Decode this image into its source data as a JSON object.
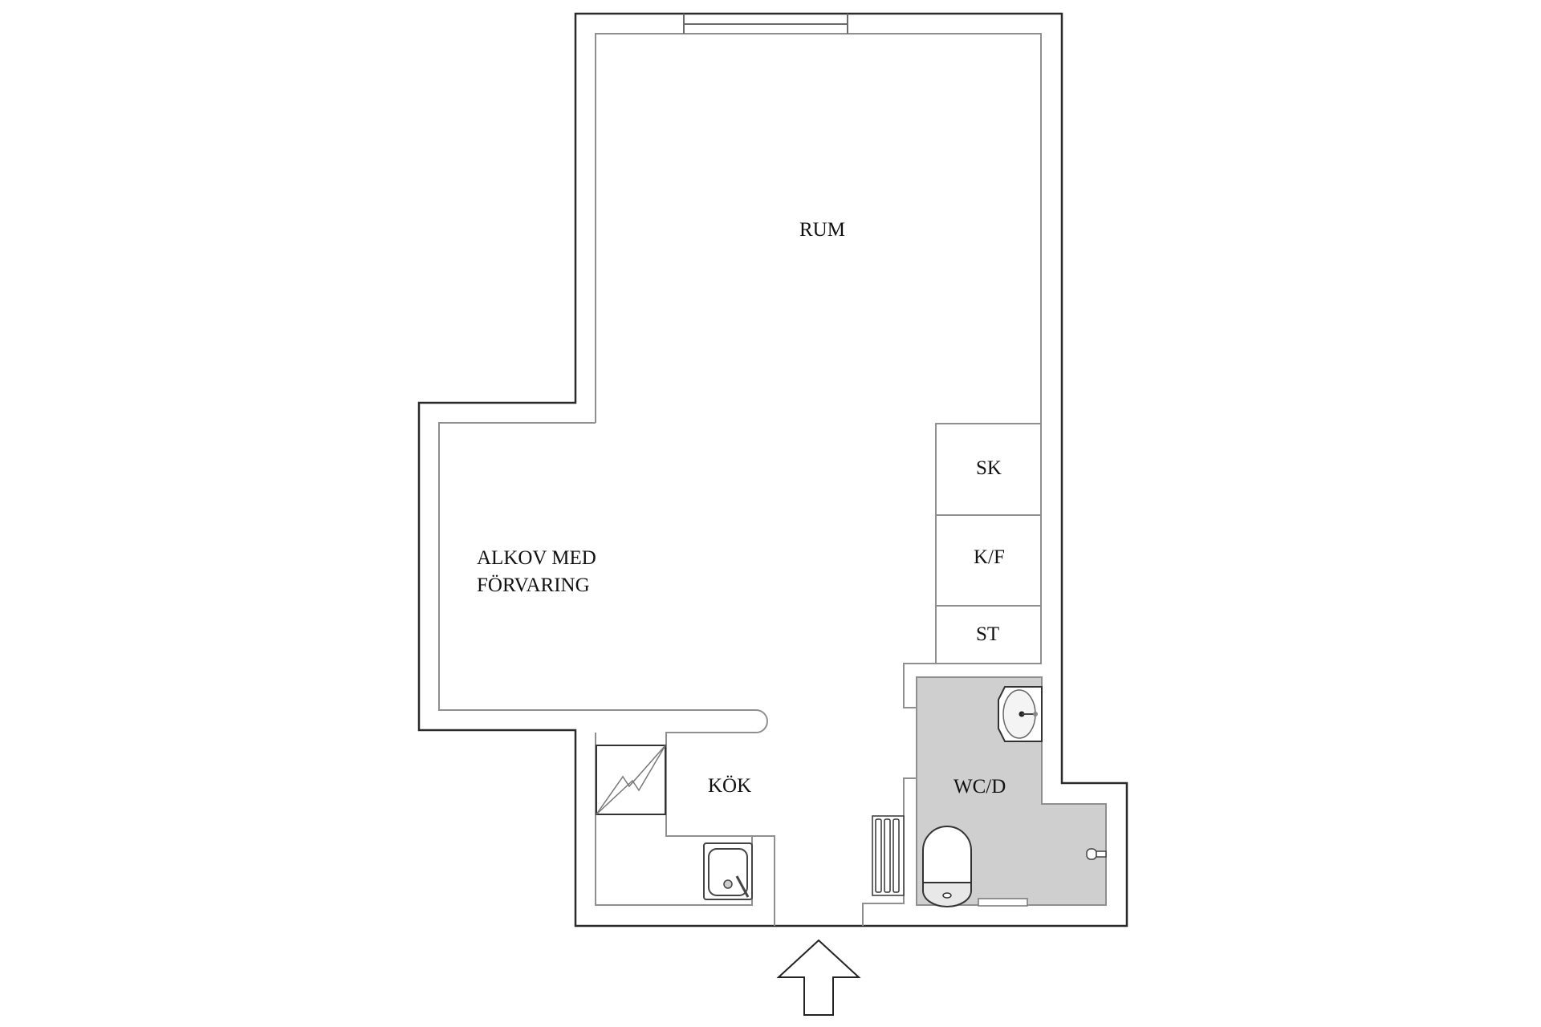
{
  "floorplan": {
    "rooms": {
      "rum": "RUM",
      "alkov_line1": "ALKOV MED",
      "alkov_line2": "FÖRVARING",
      "kok": "KÖK",
      "wcd": "WC/D"
    },
    "storage_units": {
      "sk": "SK",
      "kf": "K/F",
      "st": "ST"
    },
    "entrance_arrow": "entrance",
    "colors": {
      "wall_outer": "#2a2a2a",
      "wall_inner": "#8f8f8f",
      "bathroom_floor": "#cfcfcf",
      "background": "#ffffff"
    }
  }
}
